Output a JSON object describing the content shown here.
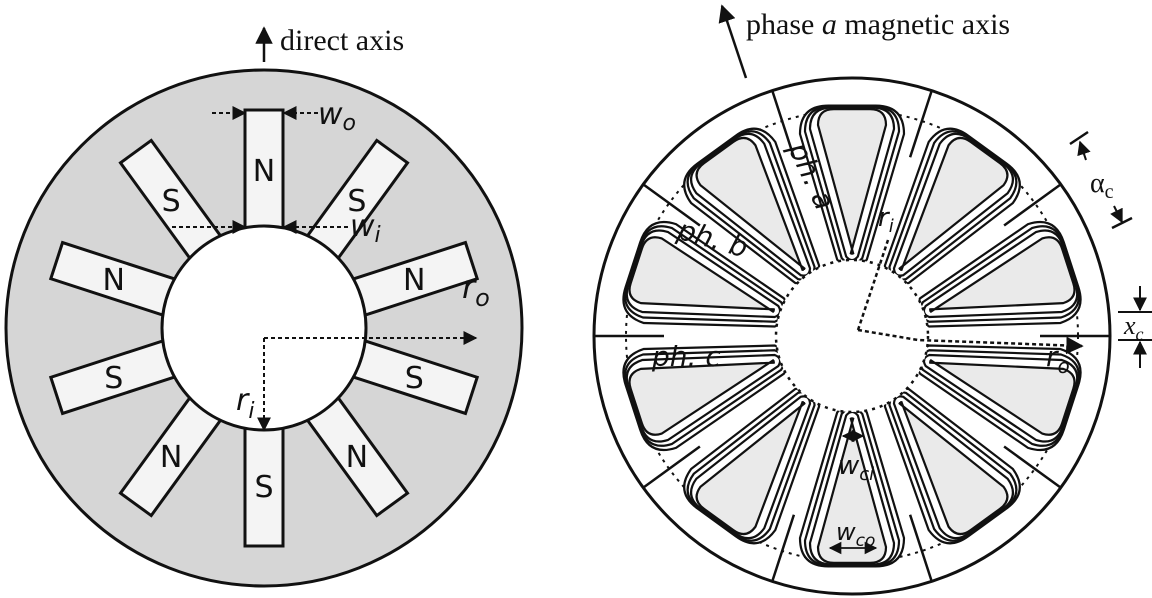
{
  "rotor": {
    "axis_label": "direct axis",
    "magnet_labels": [
      "N",
      "S",
      "N",
      "S",
      "N",
      "S",
      "N",
      "S",
      "N",
      "S"
    ],
    "dimension_labels": {
      "wo": "w",
      "wo_sub": "o",
      "wi": "w",
      "wi_sub": "i",
      "ro": "r",
      "ro_sub": "o",
      "ri": "r",
      "ri_sub": "i"
    }
  },
  "stator": {
    "axis_label_pre": "phase ",
    "axis_label_italic": "a",
    "axis_label_post": " magnetic axis",
    "coil_labels": [
      "ph. a",
      "ph. b",
      "ph. c"
    ],
    "dimension_labels": {
      "alpha": "α",
      "alpha_sub": "c",
      "x": "x",
      "x_sub": "c",
      "ri": "r",
      "ri_sub": "i",
      "ro": "r",
      "ro_sub": "o",
      "wci": "w",
      "wci_sub": "ci",
      "wco": "w",
      "wco_sub": "co"
    }
  },
  "colors": {
    "rotor_fill": "#d6d6d6",
    "stroke": "#111111",
    "coil_fill": "#eaeaea",
    "magnet_fill": "#f4f4f4"
  }
}
